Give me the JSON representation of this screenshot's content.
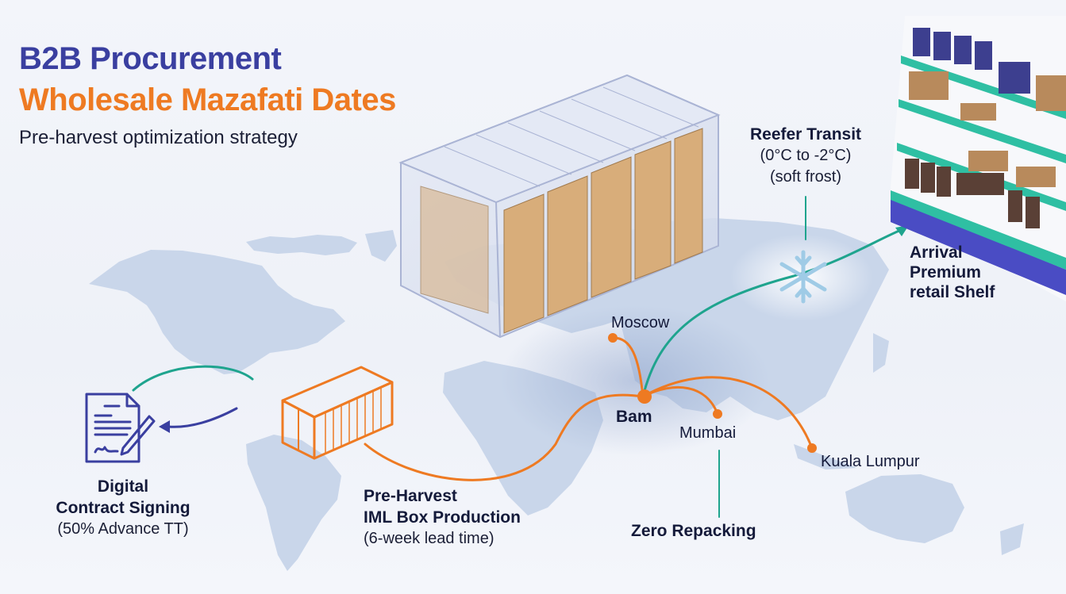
{
  "header": {
    "title_line1": "B2B Procurement",
    "title_line2": "Wholesale Mazafati Dates",
    "subtitle": "Pre-harvest optimization strategy"
  },
  "steps": [
    {
      "id": "contract",
      "title_line1": "Digital",
      "title_line2": "Contract Signing",
      "detail": "(50% Advance TT)",
      "icon": "document-signature-icon"
    },
    {
      "id": "production",
      "title_line1": "Pre-Harvest",
      "title_line2": "IML Box Production",
      "detail": "(6-week lead time)",
      "icon": "shipping-container-icon"
    },
    {
      "id": "repacking",
      "title": "Zero Repacking"
    },
    {
      "id": "reefer",
      "title": "Reefer Transit",
      "detail_line1": "(0°C to -2°C)",
      "detail_line2": "(soft frost)",
      "icon": "snowflake-icon"
    },
    {
      "id": "arrival",
      "title_line1": "Arrival",
      "title_line2": "Premium",
      "title_line3": "retail Shelf",
      "icon": "retail-shelf-icon"
    }
  ],
  "cities": {
    "origin": "Bam",
    "destinations": [
      "Moscow",
      "Mumbai",
      "Kuala Lumpur"
    ]
  },
  "colors": {
    "primary_blue": "#3a3fa0",
    "accent_orange": "#ee7a22",
    "teal": "#1fa48e",
    "land": "#c9d6ea",
    "text_dark": "#141a3a"
  }
}
